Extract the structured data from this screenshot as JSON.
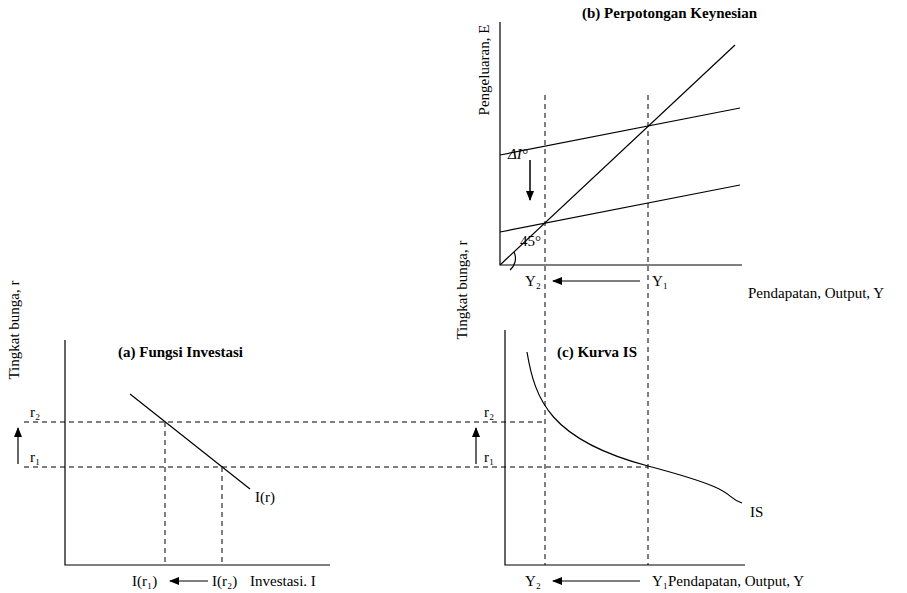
{
  "diagram": {
    "labels": [
      "(b) Perpotongan Keynesian",
      "Pengeluaran, E",
      "ΔI°",
      "45°",
      "Y₂",
      "Y₁",
      "Pendapatan, Output, Y",
      "Tingkat bunga, r",
      "(a) Fungsi Investasi",
      "(c) Kurva IS",
      "Tingkat bunga, r",
      "r₂",
      "r₁",
      "I(r)",
      "I(r₁)",
      "I(r₂)",
      "Investasi. I",
      "r₂",
      "r₁",
      "IS",
      "Y₂",
      "Y₁",
      "Pendapatan, Output, Y"
    ]
  }
}
